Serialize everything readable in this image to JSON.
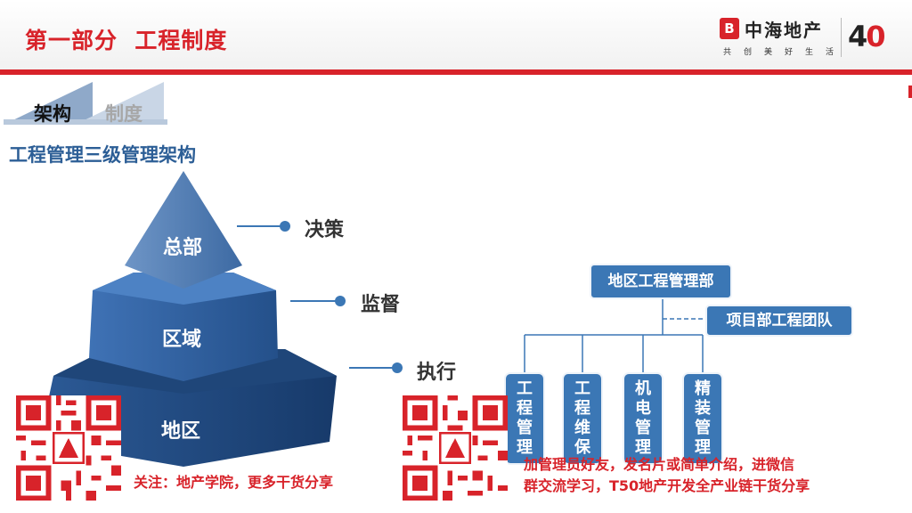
{
  "header": {
    "section_title": "第一部分  工程制度",
    "logo": {
      "badge": "B",
      "name": "中海地产",
      "slogan": "共创美好生活",
      "anniversary": "40"
    }
  },
  "tabs": [
    {
      "label": "架构",
      "active": true
    },
    {
      "label": "制度",
      "active": false
    }
  ],
  "sub_heading": "工程管理三级管理架构",
  "pyramid": {
    "levels": [
      "总部",
      "区域",
      "地区"
    ],
    "roles": [
      "决策",
      "监督",
      "执行"
    ]
  },
  "org_chart": {
    "top": "地区工程管理部",
    "side": "项目部工程团队",
    "children": [
      [
        "工",
        "程",
        "管",
        "理"
      ],
      [
        "工",
        "程",
        "维",
        "保"
      ],
      [
        "机",
        "电",
        "管",
        "理"
      ],
      [
        "精",
        "装",
        "管",
        "理"
      ]
    ]
  },
  "watermark": {
    "left_caption": "关注：地产学院，更多干货分享",
    "right_caption_line1": "加管理员好友，发名片或简单介绍，进微信",
    "right_caption_line2": "群交流学习，T50地产开发全产业链干货分享"
  },
  "colors": {
    "brand_red": "#d8232a",
    "heading_blue": "#2c5e96",
    "box_blue": "#3b77b5",
    "watermark_red": "#d8232a"
  }
}
